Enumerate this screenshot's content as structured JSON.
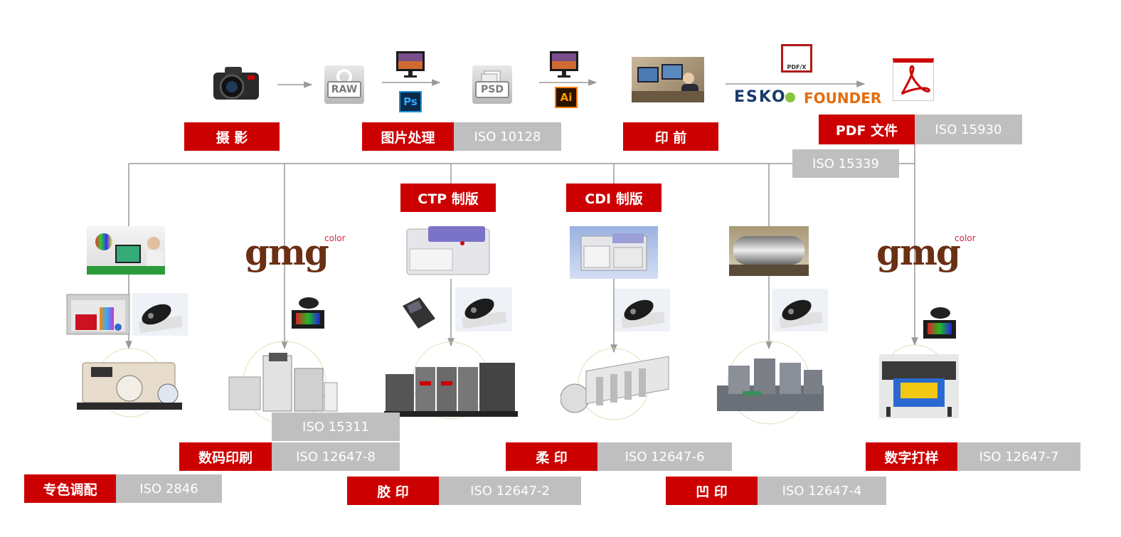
{
  "colors": {
    "label_red": "#cc0000",
    "label_gray": "#bfbfbf",
    "line": "#9a9a9a",
    "gmg_brown": "#6b2f14",
    "esko_blue": "#1a3a6c",
    "founder_orange": "#e46d0d"
  },
  "workflow": {
    "photography": "摄  影",
    "image_processing": "图片处理",
    "image_processing_iso": "ISO 10128",
    "prepress": "印  前",
    "pdf_file": "PDF 文件",
    "pdf_file_iso": "ISO 15930",
    "pdf_process_iso": "ISO 15339"
  },
  "file_icons": {
    "raw": "RAW",
    "psd": "PSD",
    "ps": "Ps",
    "ai": "Ai",
    "pdfx": "PDF/X"
  },
  "brands": {
    "esko": "ESKO",
    "founder": "FOUNDER",
    "gmg": "gmg",
    "gmg_sub": "color"
  },
  "plate_labels": {
    "ctp": "CTP 制版",
    "cdi": "CDI 制版"
  },
  "processes": {
    "spot_color": {
      "label": "专色调配",
      "iso": "ISO 2846"
    },
    "digital_print": {
      "label": "数码印刷",
      "iso": "ISO 12647-8",
      "iso2": "ISO 15311"
    },
    "offset": {
      "label": "胶  印",
      "iso": "ISO 12647-2"
    },
    "flexo": {
      "label": "柔  印",
      "iso": "ISO 12647-6"
    },
    "gravure": {
      "label": "凹  印",
      "iso": "ISO 12647-4"
    },
    "proofing": {
      "label": "数字打样",
      "iso": "ISO 12647-7"
    }
  },
  "icons": [
    "camera-icon",
    "raw-file-icon",
    "monitor-icon",
    "photoshop-icon",
    "psd-file-icon",
    "illustrator-icon",
    "prepress-photo",
    "pdfx-icon",
    "pdf-file-icon",
    "color-booth-photo",
    "spectrophotometer-icon",
    "ctp-machine-photo",
    "cdi-machine-photo",
    "gravure-cylinder-photo",
    "offset-press-photo",
    "flexo-press-photo",
    "gravure-press-photo",
    "proof-printer-photo",
    "digital-press-photo",
    "ink-mixer-photo"
  ]
}
